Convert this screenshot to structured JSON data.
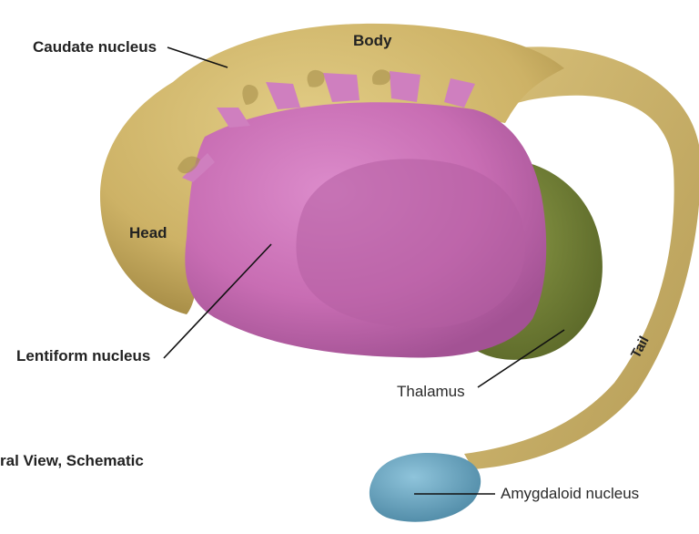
{
  "labels": {
    "caudate_nucleus": "Caudate nucleus",
    "body": "Body",
    "head": "Head",
    "lentiform_nucleus": "Lentiform nucleus",
    "thalamus": "Thalamus",
    "tail": "Tail",
    "amygdaloid_nucleus": "Amygdaloid nucleus",
    "view_caption": "ral View, Schematic"
  },
  "colors": {
    "caudate": "#d2b86e",
    "caudate_dark": "#a8904a",
    "lentiform": "#c970b4",
    "lentiform_dark": "#a85596",
    "thalamus": "#6f7d34",
    "amygdaloid": "#6fa9c4",
    "leader_line": "#111111"
  }
}
